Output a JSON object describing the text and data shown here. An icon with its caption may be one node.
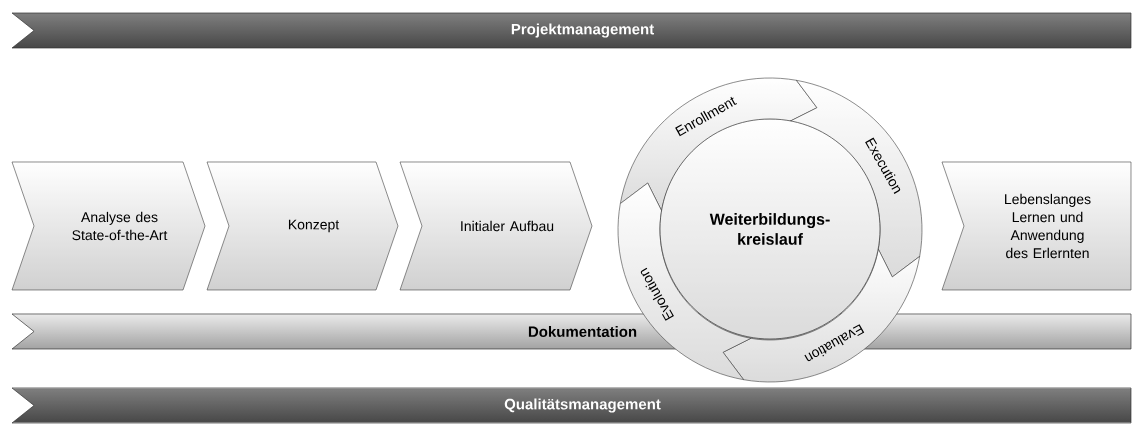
{
  "diagram": {
    "nodes": [
      {
        "text": [
          "Projektmanagement"
        ]
      },
      {
        "text": [
          "Analyse des State-of-the-Art"
        ]
      },
      {
        "text": [
          "Konzept"
        ]
      },
      {
        "text": [
          "Initialer Aufbau"
        ]
      },
      {
        "text": [
          "Enrollment"
        ]
      },
      {
        "text": [
          "Execution"
        ]
      },
      {
        "text": [
          "Weiterbildungs- kreislauf"
        ]
      },
      {
        "text": [
          "Evolution"
        ]
      },
      {
        "text": [
          "Evaluation"
        ]
      },
      {
        "text": [
          "Lebenslanges Lernen und Anwendung des Erlernten"
        ]
      },
      {
        "text": [
          "Dokumentation"
        ]
      },
      {
        "text": [
          "Qualitätsmanagement"
        ]
      }
    ]
  }
}
